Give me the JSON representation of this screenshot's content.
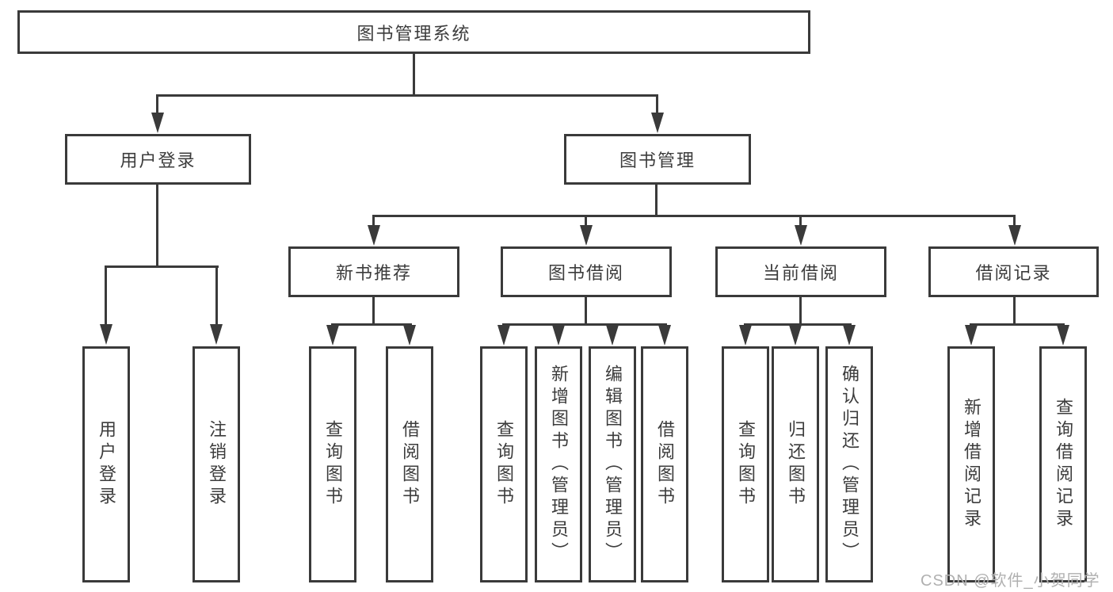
{
  "tree": {
    "root": "图书管理系统",
    "branches": [
      {
        "label": "用户登录",
        "leaves": [
          "用户登录",
          "注销登录"
        ]
      },
      {
        "label": "图书管理",
        "groups": [
          {
            "label": "新书推荐",
            "leaves": [
              "查询图书",
              "借阅图书"
            ]
          },
          {
            "label": "图书借阅",
            "leaves": [
              "查询图书",
              "新增图书（管理员）",
              "编辑图书（管理员）",
              "借阅图书"
            ]
          },
          {
            "label": "当前借阅",
            "leaves": [
              "查询图书",
              "归还图书",
              "确认归还（管理员）"
            ]
          },
          {
            "label": "借阅记录",
            "leaves": [
              "新增借阅记录",
              "查询借阅记录"
            ]
          }
        ]
      }
    ]
  },
  "watermark": "CSDN @软件_小贺同学",
  "colors": {
    "line": "#3a3a3a",
    "text": "#3c3c3c",
    "watermark": "#b0b0b0",
    "background": "#ffffff"
  }
}
